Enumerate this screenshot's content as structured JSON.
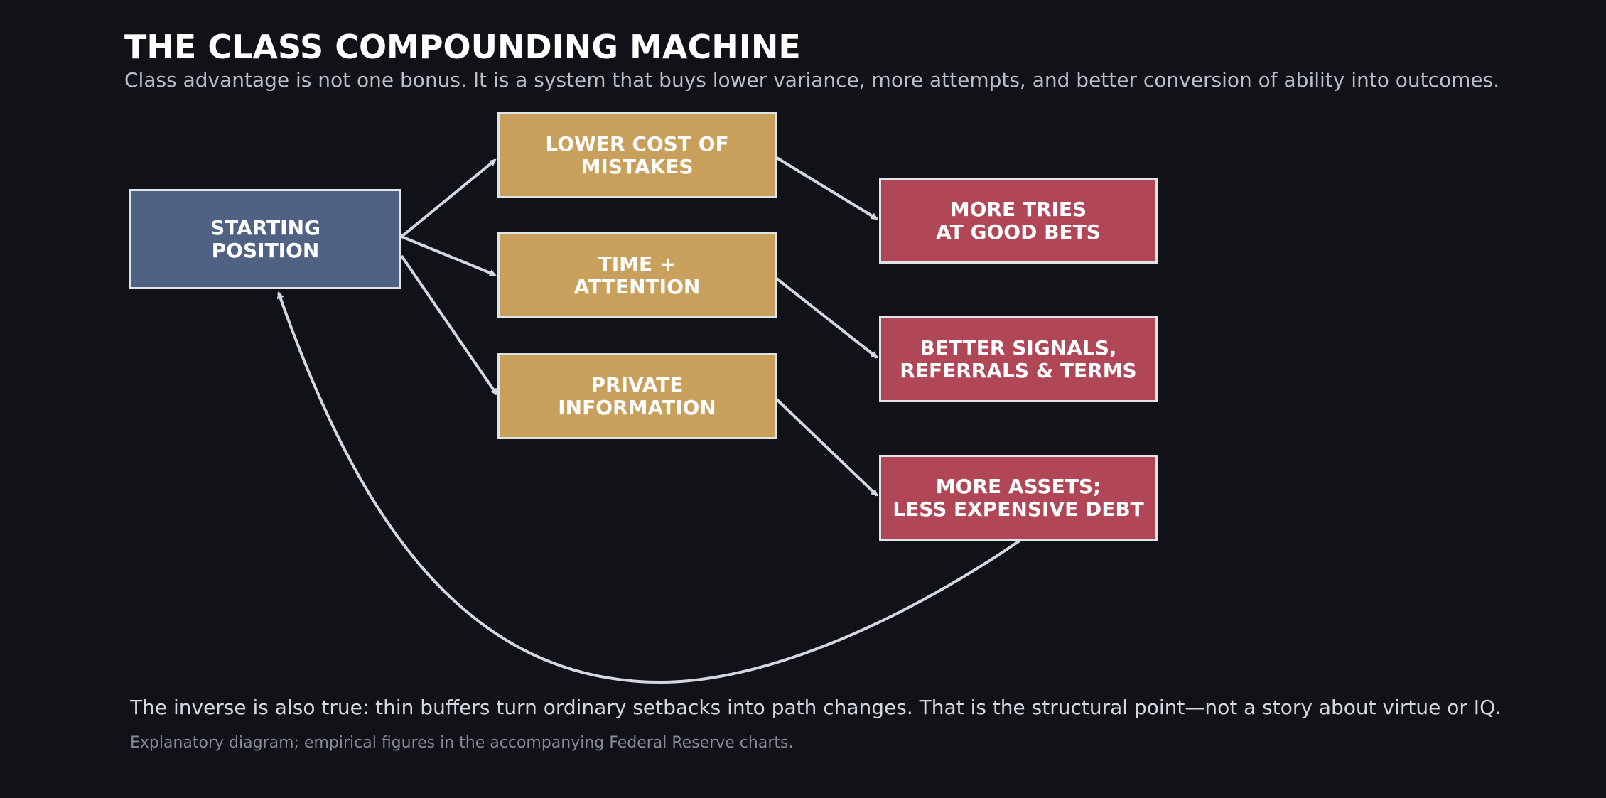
{
  "header": {
    "title": "THE CLASS COMPOUNDING MACHINE",
    "subtitle": "Class advantage is not one bonus. It is a system that buys lower variance, more attempts, and better conversion of ability into outcomes."
  },
  "nodes": {
    "start": "STARTING\nPOSITION",
    "mechanisms": [
      "LOWER COST OF\nMISTAKES",
      "TIME +\nATTENTION",
      "PRIVATE\nINFORMATION"
    ],
    "outcomes": [
      "MORE TRIES\nAT GOOD BETS",
      "BETTER SIGNALS,\nREFERRALS & TERMS",
      "MORE ASSETS;\nLESS EXPENSIVE DEBT"
    ]
  },
  "footer": {
    "note": "The inverse is also true: thin buffers turn ordinary setbacks into path changes. That is the structural point—not a story about virtue or IQ.",
    "source": "Explanatory diagram; empirical figures in the accompanying Federal Reserve charts."
  },
  "colors": {
    "background": "#111217",
    "start_fill": "#4f6283",
    "mechanism_fill": "#c8a05c",
    "outcome_fill": "#b04656",
    "border": "#dfe3ea",
    "arrow": "#d3d7e0"
  }
}
